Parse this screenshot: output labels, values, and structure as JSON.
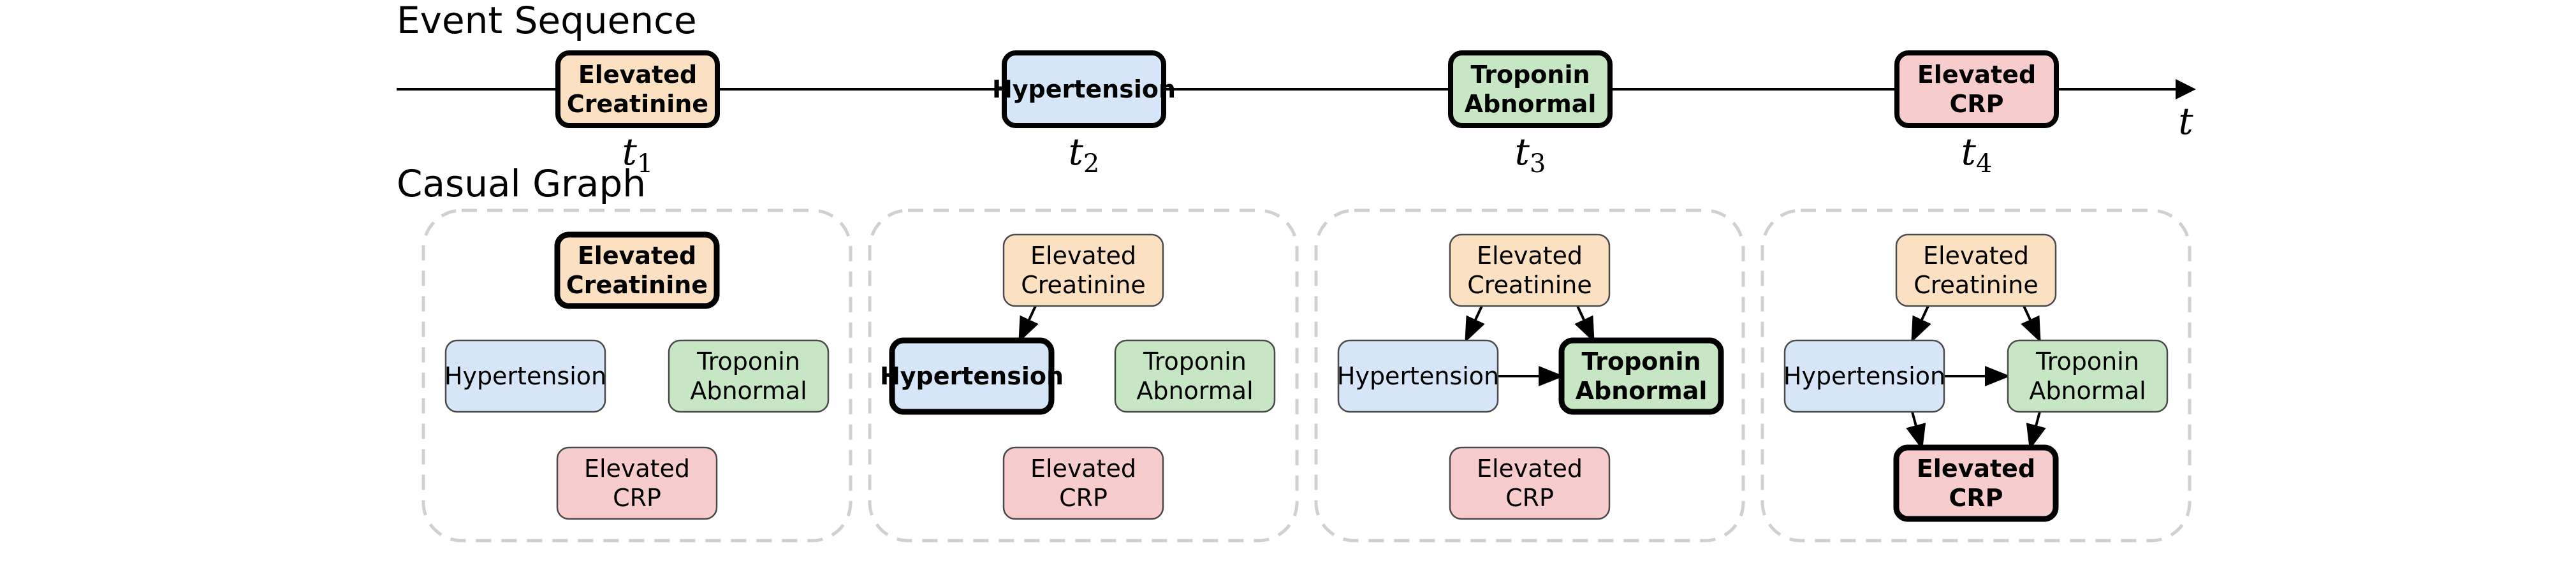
{
  "titles": {
    "event_sequence": "Event Sequence",
    "causal_graph": "Casual Graph"
  },
  "colors": {
    "creatinine": "#fbe0c2",
    "hypertension": "#d6e5f8",
    "troponin": "#c6e6c4",
    "crp": "#f6cccd",
    "panel_border": "#d0d0d0",
    "line": "#000000"
  },
  "events": [
    {
      "id": "creatinine",
      "lines": [
        "Elevated",
        "Creatinine"
      ],
      "time": "t",
      "sub": "1"
    },
    {
      "id": "hypertension",
      "lines": [
        "Hypertension"
      ],
      "time": "t",
      "sub": "2"
    },
    {
      "id": "troponin",
      "lines": [
        "Troponin",
        "Abnormal"
      ],
      "time": "t",
      "sub": "3"
    },
    {
      "id": "crp",
      "lines": [
        "Elevated",
        "CRP"
      ],
      "time": "t",
      "sub": "4"
    }
  ],
  "axis_label": "t",
  "graph_nodes": {
    "creatinine": [
      "Elevated",
      "Creatinine"
    ],
    "hypertension": [
      "Hypertension"
    ],
    "troponin": [
      "Troponin",
      "Abnormal"
    ],
    "crp": [
      "Elevated",
      "CRP"
    ]
  },
  "panels": [
    {
      "highlight": "creatinine",
      "edges": []
    },
    {
      "highlight": "hypertension",
      "edges": [
        [
          "creatinine",
          "hypertension"
        ]
      ]
    },
    {
      "highlight": "troponin",
      "edges": [
        [
          "creatinine",
          "hypertension"
        ],
        [
          "creatinine",
          "troponin"
        ],
        [
          "hypertension",
          "troponin"
        ]
      ]
    },
    {
      "highlight": "crp",
      "edges": [
        [
          "creatinine",
          "hypertension"
        ],
        [
          "creatinine",
          "troponin"
        ],
        [
          "hypertension",
          "troponin"
        ],
        [
          "hypertension",
          "crp"
        ],
        [
          "troponin",
          "crp"
        ]
      ]
    }
  ]
}
